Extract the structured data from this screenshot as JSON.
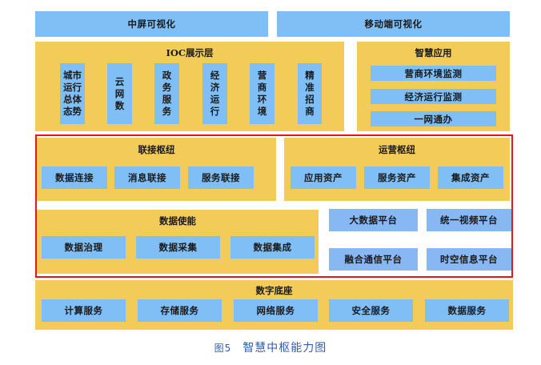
{
  "top": {
    "left_label": "中屏可视化",
    "right_label": "移动端可视化"
  },
  "ioc": {
    "title": "IOC展示层",
    "items": [
      "城市运行总体态势",
      "云网数",
      "政务服务",
      "经济运行",
      "营商环境",
      "精准招商"
    ]
  },
  "smart_app": {
    "title": "智慧应用",
    "items": [
      "营商环境监测",
      "经济运行监测",
      "一网通办"
    ]
  },
  "connect_hub": {
    "title": "联接枢纽",
    "items": [
      "数据连接",
      "消息联接",
      "服务联接"
    ]
  },
  "ops_hub": {
    "title": "运营枢纽",
    "items": [
      "应用资产",
      "服务资产",
      "集成资产"
    ]
  },
  "data_enable": {
    "title": "数据使能",
    "items": [
      "数据治理",
      "数据采集",
      "数据集成"
    ]
  },
  "platforms": {
    "items": [
      "大数据平台",
      "统一视频平台",
      "融合通信平台",
      "时空信息平台"
    ]
  },
  "digital_base": {
    "title": "数字底座",
    "items": [
      "计算服务",
      "存储服务",
      "网络服务",
      "安全服务",
      "数据服务"
    ]
  },
  "caption": {
    "figure_no": "图5",
    "text": "智慧中枢能力图"
  },
  "colors": {
    "box_blue": "#80bff5",
    "platform_blue": "#88b8f4",
    "panel_yellow": "#f2cb58",
    "highlight_red": "#e8141e",
    "caption_blue": "#2f5fb0"
  }
}
